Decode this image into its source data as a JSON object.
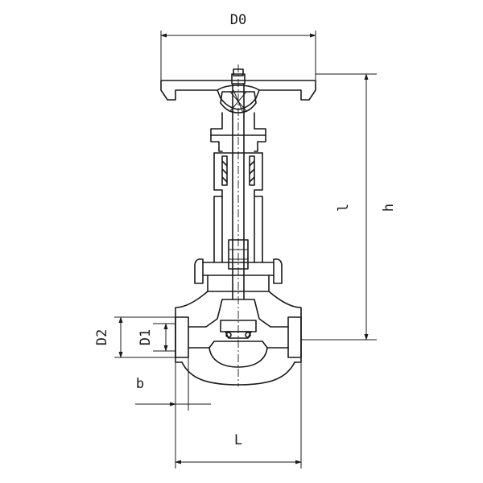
{
  "labels": {
    "d0": "D0",
    "h": "h",
    "l_upper": "l",
    "d2": "D2",
    "d1": "D1",
    "b": "b",
    "l_length": "L"
  }
}
